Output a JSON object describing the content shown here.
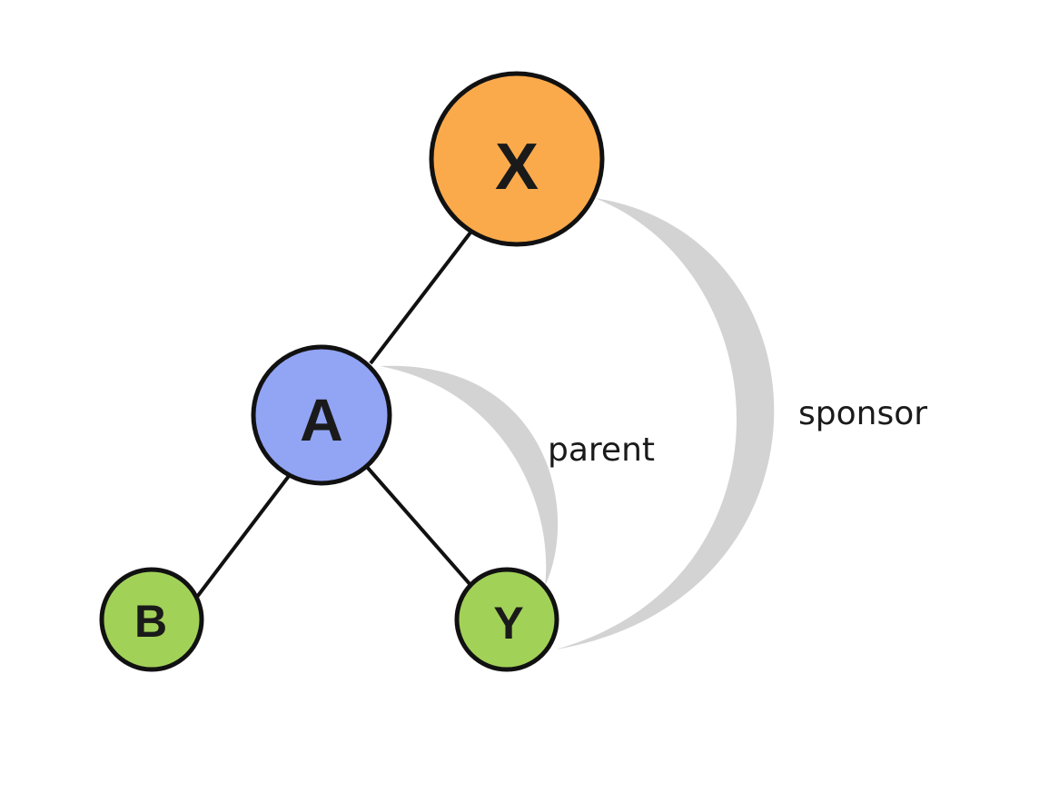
{
  "nodes": {
    "x": {
      "label": "X",
      "color": "#FBAA4B"
    },
    "a": {
      "label": "A",
      "color": "#92A4F4"
    },
    "b": {
      "label": "B",
      "color": "#A2D158"
    },
    "y": {
      "label": "Y",
      "color": "#A2D158"
    }
  },
  "edges": [
    {
      "from": "X",
      "to": "A"
    },
    {
      "from": "A",
      "to": "B"
    },
    {
      "from": "A",
      "to": "Y"
    }
  ],
  "relations": {
    "parent": {
      "label": "parent",
      "from": "A",
      "to": "Y"
    },
    "sponsor": {
      "label": "sponsor",
      "from": "X",
      "to": "Y"
    }
  },
  "colors": {
    "outline": "#111111",
    "relation_arc": "#D3D3D3"
  }
}
